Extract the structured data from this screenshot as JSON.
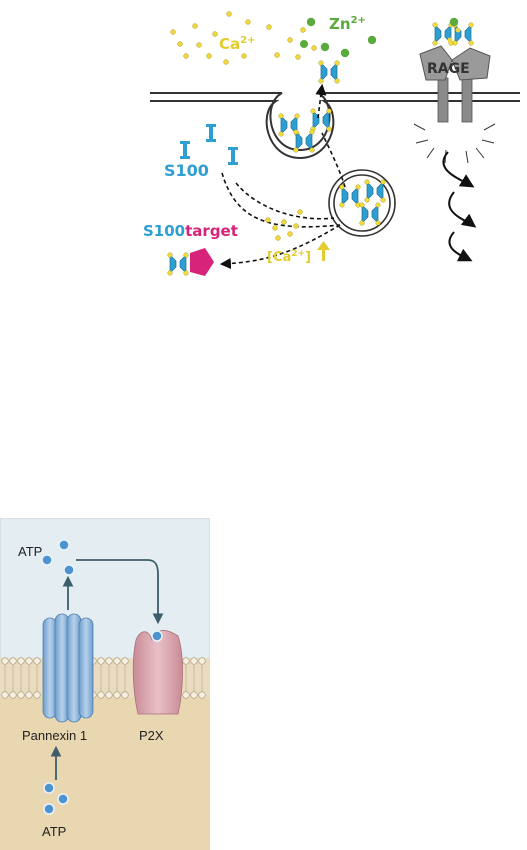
{
  "s100_panel": {
    "ca_label": "Ca",
    "ca_charge": "2+",
    "zn_label": "Zn",
    "zn_charge": "2+",
    "s100_label": "S100",
    "complex_s100": "S100",
    "complex_target": "target",
    "ca_increase_open": "[Ca",
    "ca_increase_charge": "2+",
    "ca_increase_close": "]",
    "receptor_label": "RAGE",
    "colors": {
      "s100_blue": "#2e9fd0",
      "ca_yellow": "#e2cc2e",
      "zn_green": "#5aab3c",
      "target_magenta": "#d8237a",
      "rage_gray": "#8a8a8a"
    }
  },
  "atp_panel": {
    "atp_top_label": "ATP",
    "atp_bottom_label": "ATP",
    "channel_label": "Pannexin 1",
    "receptor_label": "P2X",
    "colors": {
      "extracellular": "#e4edf1",
      "cytoplasm": "#e9d7b1",
      "pannexin": "#8fb8df",
      "p2x": "#dca9b2",
      "atp_dot": "#4d93cf",
      "arrow": "#3d5d6a"
    }
  }
}
